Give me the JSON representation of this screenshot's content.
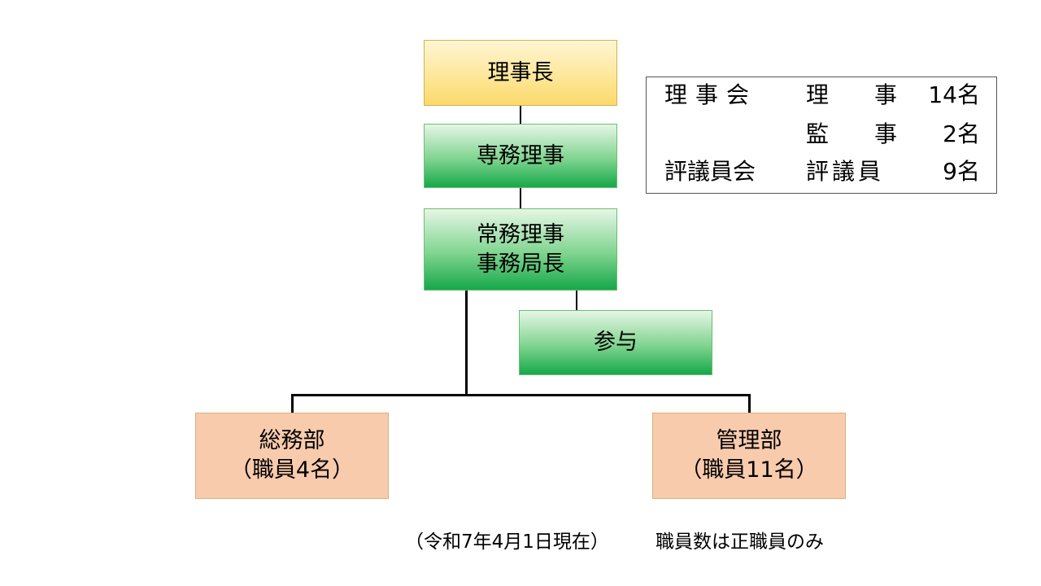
{
  "org_chart": {
    "chairman": "理事長",
    "senior_director": "専務理事",
    "managing_director": [
      "常務理事",
      "事務局長"
    ],
    "advisor": "参与",
    "general_affairs": [
      "総務部",
      "（職員4名）"
    ],
    "management": [
      "管理部",
      "（職員11名）"
    ]
  },
  "summary": {
    "rows": [
      {
        "body": "理事会",
        "role": "理　　事",
        "count": "14名"
      },
      {
        "body": "",
        "role": "監　　事",
        "count": "2名"
      },
      {
        "body": "評議員会",
        "role": "評議員",
        "count": "9名"
      }
    ]
  },
  "footer": {
    "date_note": "（令和7年4月1日現在）",
    "staff_note": "職員数は正職員のみ"
  },
  "colors": {
    "executive_gold": "#fde79a",
    "director_green": "#16a84a",
    "department_peach": "#f8cbad"
  }
}
